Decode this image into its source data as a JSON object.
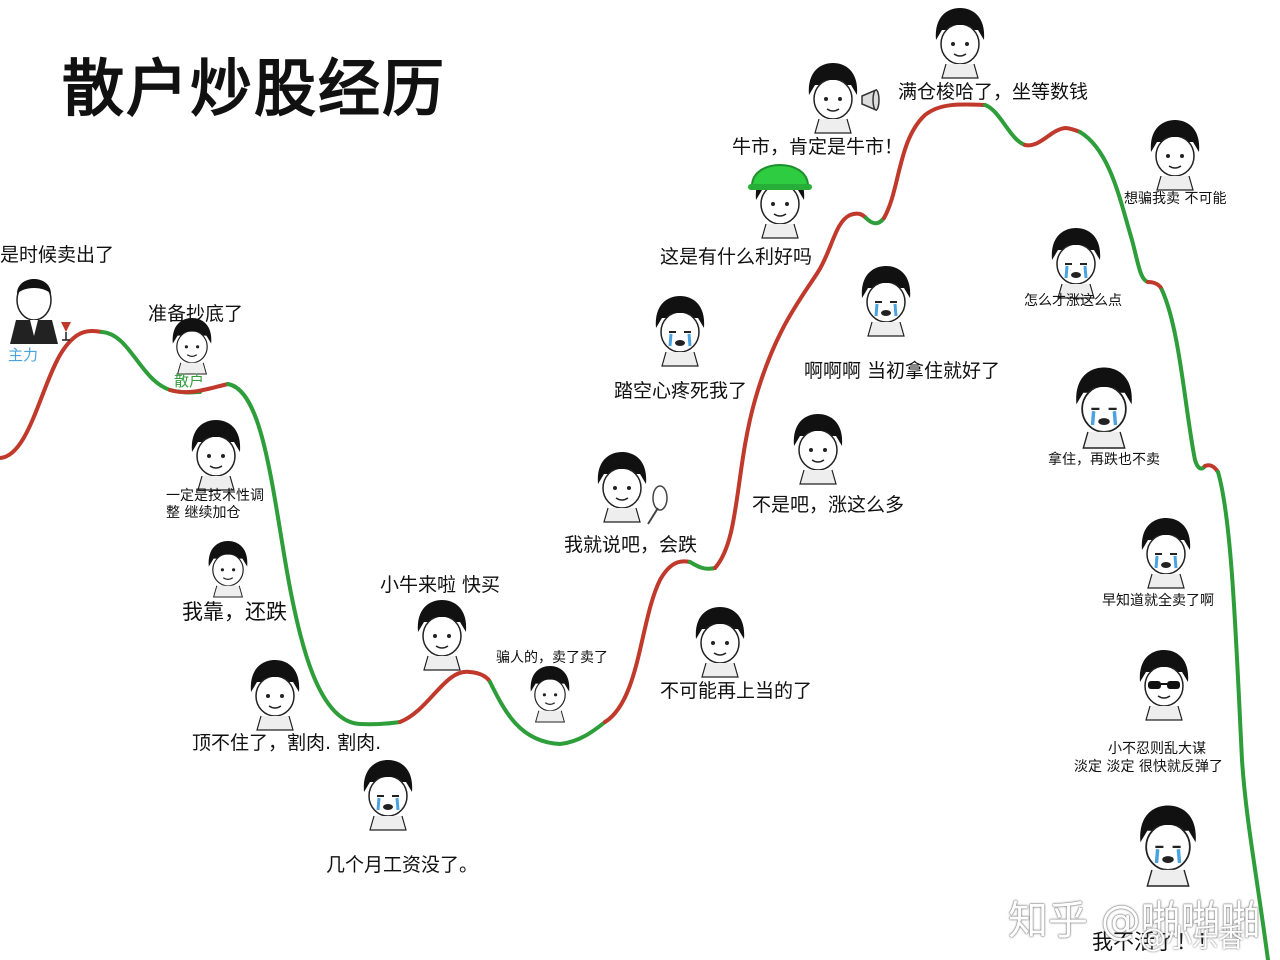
{
  "title": "散户炒股经历",
  "colors": {
    "rise": "#c0392b",
    "fall": "#2e9e3a",
    "line": "#8a8a8a"
  },
  "tags": {
    "zhuli": "主力",
    "sanhu": "散户"
  },
  "labels": {
    "l1": "是时候卖出了",
    "l2": "准备抄底了",
    "l3a": "一定是技术性调",
    "l3b": "整 继续加仓",
    "l4": "我靠，还跌",
    "l5": "顶不住了，割肉. 割肉.",
    "l6": "几个月工资没了。",
    "l7": "小牛来啦 快买",
    "l8": "骗人的，卖了卖了",
    "l9": "我就说吧，会跌",
    "l10": "踏空心疼死我了",
    "l11": "这是有什么利好吗",
    "l12": "牛市，肯定是牛市！",
    "l13": "满仓梭哈了，坐等数钱",
    "l14": "啊啊啊 当初拿住就好了",
    "l15": "不是吧，涨这么多",
    "l16": "不可能再上当的了",
    "l17": "想骗我卖 不可能",
    "l18": "怎么才涨这么点",
    "l19": "拿住，再跌也不卖",
    "l20": "早知道就全卖了啊",
    "l21a": "小不忍则乱大谋",
    "l21b": "淡定 淡定 很快就反弹了",
    "l22": "我不活了！！"
  },
  "watermark": {
    "line1": "知乎 @啪啪啪",
    "line2": "@小乐香"
  },
  "icons": [
    "meme-face-icon",
    "helmet-icon",
    "megaphone-icon",
    "wine-glass-icon",
    "whisk-icon",
    "sunglasses-icon"
  ]
}
